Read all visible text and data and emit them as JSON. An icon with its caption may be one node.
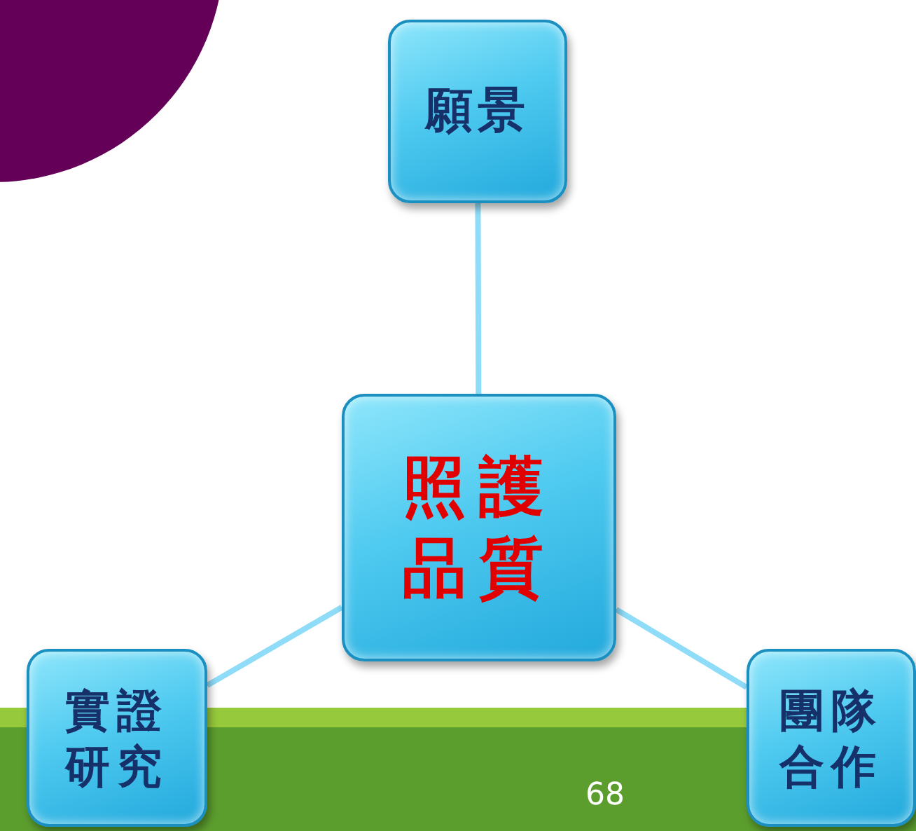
{
  "diagram": {
    "nodes": [
      {
        "text": [
          "願景"
        ]
      },
      {
        "text": [
          "照護品質"
        ]
      },
      {
        "text": [
          "實證研究"
        ]
      },
      {
        "text": [
          "團隊合作"
        ]
      }
    ],
    "edges": [
      {
        "from": 1,
        "to": 0,
        "arrow": "none"
      },
      {
        "from": 1,
        "to": 2,
        "arrow": "none"
      },
      {
        "from": 1,
        "to": 3,
        "arrow": "none"
      }
    ],
    "labels": [
      "68"
    ]
  }
}
